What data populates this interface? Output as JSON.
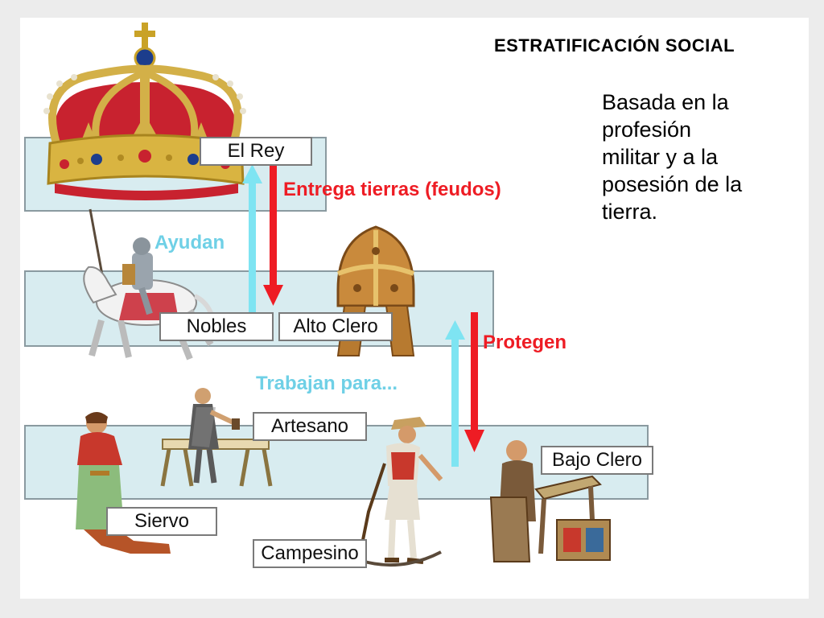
{
  "title": "ESTRATIFICACIÓN SOCIAL",
  "description_lines": [
    "Basada en la",
    "profesión",
    "militar y a la",
    "posesión de la",
    "tierra."
  ],
  "labels": {
    "rey": "El Rey",
    "nobles": "Nobles",
    "alto_clero": "Alto Clero",
    "artesano": "Artesano",
    "bajo_clero": "Bajo Clero",
    "siervo": "Siervo",
    "campesino": "Campesino"
  },
  "relations": {
    "entrega": "Entrega tierras (feudos)",
    "ayudan": "Ayudan",
    "protegen": "Protegen",
    "trabajan": "Trabajan para..."
  },
  "colors": {
    "red_arrow": "#ee1c24",
    "cyan_arrow": "#7ee4f2",
    "band": "#d8ecf0"
  },
  "icons": [
    "crown-icon",
    "knight-icon",
    "mitre-icon",
    "carpenter-icon",
    "serf-icon",
    "peasant-icon",
    "cleric-icon"
  ]
}
